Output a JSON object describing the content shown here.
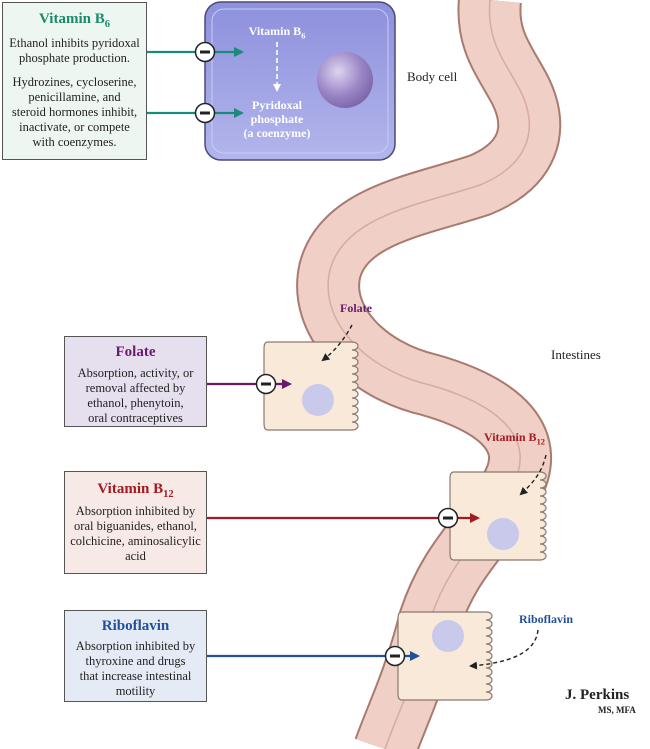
{
  "vitamin_b6_box": {
    "title_main": "Vitamin B",
    "title_sub": "6",
    "line1": "Ethanol inhibits pyridoxal",
    "line2": "phosphate production.",
    "line3": "Hydrozines, cycloserine,",
    "line4": "penicillamine, and",
    "line5": "steroid hormones inhibit,",
    "line6": "inactivate, or compete",
    "line7": "with coenzymes."
  },
  "body_cell": {
    "label": "Body cell",
    "top_main": "Vitamin B",
    "top_sub": "6",
    "bottom_line1": "Pyridoxal",
    "bottom_line2": "phosphate",
    "bottom_line3": "(a coenzyme)"
  },
  "intestines_label": "Intestines",
  "folate_box": {
    "title": "Folate",
    "line1": "Absorption, activity, or",
    "line2": "removal affected by",
    "line3": "ethanol, phenytoin,",
    "line4": "oral contraceptives"
  },
  "vitamin_b12_box": {
    "title_main": "Vitamin B",
    "title_sub": "12",
    "line1": "Absorption inhibited by",
    "line2": "oral biguanides, ethanol,",
    "line3": "colchicine, aminosalicylic",
    "line4": "acid"
  },
  "riboflavin_box": {
    "title": "Riboflavin",
    "line1": "Absorption inhibited by",
    "line2": "thyroxine and drugs",
    "line3": "that increase intestinal",
    "line4": "motility"
  },
  "intestine_labels": {
    "folate": "Folate",
    "b12_main": "Vitamin B",
    "b12_sub": "12",
    "riboflavin": "Riboflavin"
  },
  "signature": {
    "name": "J. Perkins",
    "credentials": "MS, MFA"
  },
  "inhibit_symbol": "−",
  "colors": {
    "teal": "#1a8a7a",
    "purple": "#6a1a6e",
    "red": "#a31a22",
    "blue": "#22509a",
    "intestine_fill": "#efcfc6",
    "intestine_edge": "#a87a70",
    "cell_fill": "#f8e9d8",
    "body_cell_fill": "#a9abe6"
  }
}
